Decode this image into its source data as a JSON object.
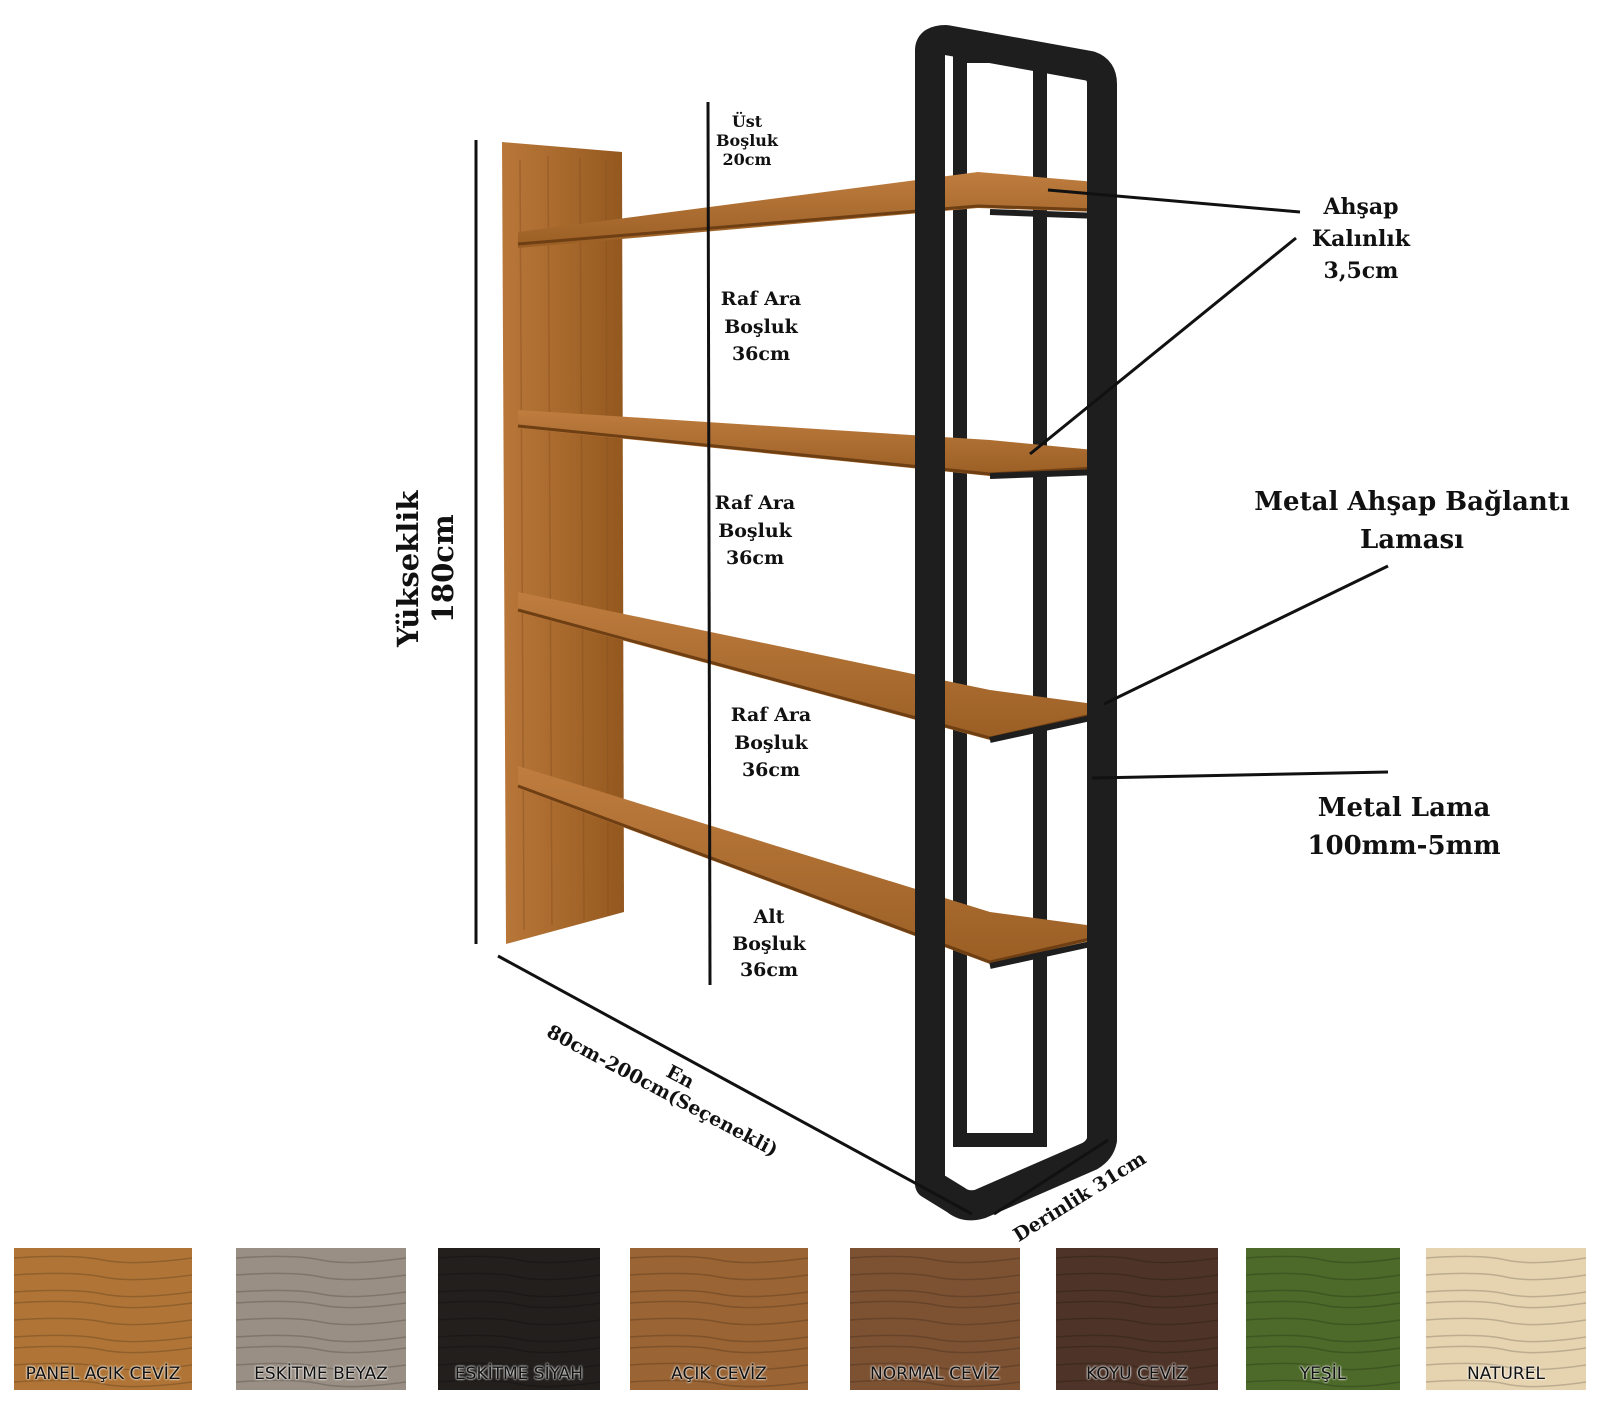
{
  "dimensions": {
    "top_gap": "Üst\nBoşluk\n20cm",
    "gap1": "Raf Ara\nBoşluk\n36cm",
    "gap2": "Raf Ara\nBoşluk\n36cm",
    "gap3": "Raf Ara\nBoşluk\n36cm",
    "bottom_gap": "Alt\nBoşluk\n36cm",
    "height": "Yükseklik\n180cm",
    "width_title": "En",
    "width": "80cm-200cm(Seçenekli)",
    "depth": "Derinlik 31cm"
  },
  "callouts": {
    "wood_thickness": "Ahşap\nKalınlık\n3,5cm",
    "connector": "Metal Ahşap Bağlantı\nLaması",
    "metal_bar": "Metal Lama\n100mm-5mm"
  },
  "swatches": [
    {
      "label": "PANEL AÇIK CEVİZ",
      "color": "#b07536"
    },
    {
      "label": "ESKİTME BEYAZ",
      "color": "#9a8f84"
    },
    {
      "label": "ESKİTME SİYAH",
      "color": "#221f1d"
    },
    {
      "label": "AÇIK CEVİZ",
      "color": "#9a6434"
    },
    {
      "label": "NORMAL CEVİZ",
      "color": "#7d5233"
    },
    {
      "label": "KOYU CEVİZ",
      "color": "#4e3428"
    },
    {
      "label": "YEŞİL",
      "color": "#4d6a2a"
    },
    {
      "label": "NATUREL",
      "color": "#e6d3b0"
    }
  ],
  "colors": {
    "wood": "#a8692c",
    "wood_dark": "#7e4a1c",
    "metal": "#1e1e1e"
  }
}
